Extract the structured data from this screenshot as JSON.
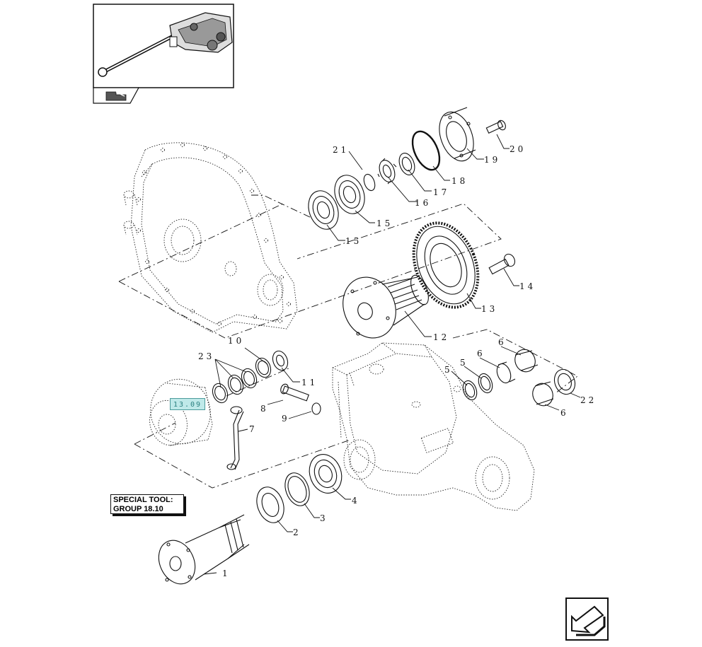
{
  "special_tool": {
    "line1": "SPECIAL TOOL:",
    "line2": "GROUP 18.10"
  },
  "reference_tag": "13.09",
  "part_labels": {
    "p1": "1",
    "p2": "2",
    "p3": "3",
    "p4": "4",
    "p5a": "5",
    "p5b": "5",
    "p6a": "6",
    "p6b": "6",
    "p6c": "6",
    "p7": "7",
    "p8": "8",
    "p9": "9",
    "p10": "10",
    "p11": "11",
    "p12": "12",
    "p13": "13",
    "p14": "14",
    "p15a": "15",
    "p15b": "15",
    "p16": "16",
    "p17": "17",
    "p18": "18",
    "p19": "19",
    "p20": "20",
    "p21": "21",
    "p22": "22",
    "p23": "23"
  },
  "icons": {
    "thumbnail": "tractor-assembly-thumbnail",
    "nav_prev": "page-prev-icon",
    "nav_next": "page-next-arrow-icon"
  },
  "colors": {
    "line": "#111111",
    "tag_fill": "#bfe9e9",
    "tag_text": "#2b8080"
  }
}
